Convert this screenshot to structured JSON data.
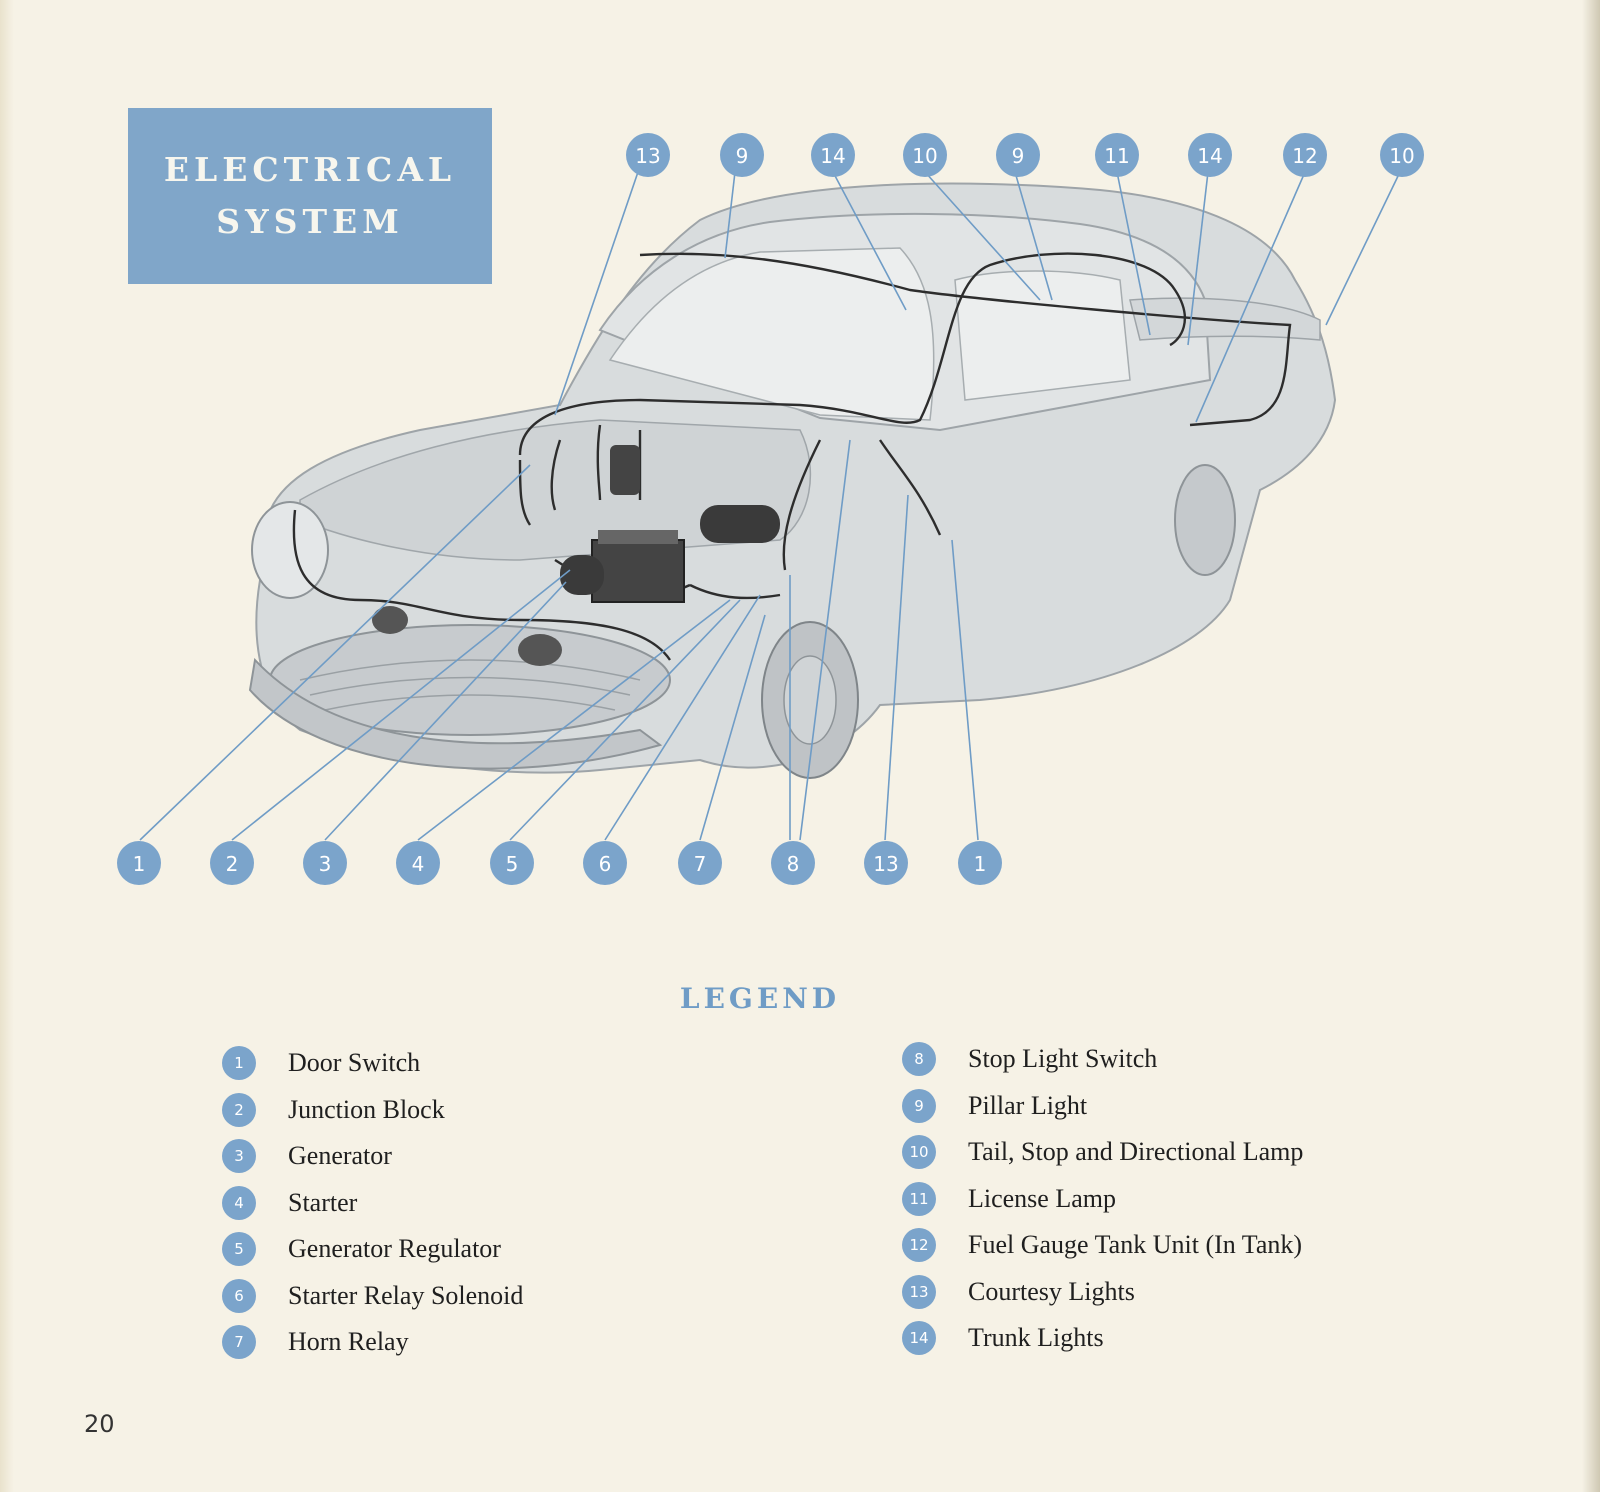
{
  "title_lines": [
    "ELECTRICAL",
    "SYSTEM"
  ],
  "legend_title": "LEGEND",
  "page_number": "20",
  "colors": {
    "accent_blue": "#7ba4cb",
    "title_box": "#80a6c9",
    "paper": "#f6f2e6",
    "car_body": "#d8dcdd",
    "wiring": "#2d2d2d"
  },
  "callouts_top": [
    "13",
    "9",
    "14",
    "10",
    "9",
    "11",
    "14",
    "12",
    "10"
  ],
  "callouts_bottom": [
    "1",
    "2",
    "3",
    "4",
    "5",
    "6",
    "7",
    "8",
    "13",
    "1"
  ],
  "legend_left": [
    {
      "num": "1",
      "label": "Door Switch"
    },
    {
      "num": "2",
      "label": "Junction Block"
    },
    {
      "num": "3",
      "label": "Generator"
    },
    {
      "num": "4",
      "label": "Starter"
    },
    {
      "num": "5",
      "label": "Generator Regulator"
    },
    {
      "num": "6",
      "label": "Starter Relay Solenoid"
    },
    {
      "num": "7",
      "label": "Horn Relay"
    }
  ],
  "legend_right": [
    {
      "num": "8",
      "label": "Stop Light Switch"
    },
    {
      "num": "9",
      "label": "Pillar Light"
    },
    {
      "num": "10",
      "label": "Tail, Stop and Directional Lamp"
    },
    {
      "num": "11",
      "label": "License Lamp"
    },
    {
      "num": "12",
      "label": "Fuel Gauge Tank Unit (In Tank)"
    },
    {
      "num": "13",
      "label": "Courtesy Lights"
    },
    {
      "num": "14",
      "label": "Trunk Lights"
    }
  ]
}
